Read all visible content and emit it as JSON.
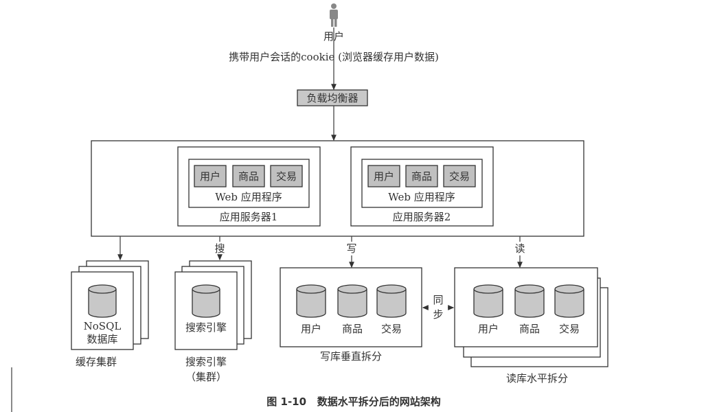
{
  "user": {
    "label": "用户",
    "session_note": "携带用户会话的cookie (浏览器缓存用户数据)"
  },
  "load_balancer": {
    "label": "负载均衡器"
  },
  "app_servers": [
    {
      "label": "应用服务器1",
      "web_app": "Web 应用程序",
      "modules": [
        "用户",
        "商品",
        "交易"
      ]
    },
    {
      "label": "应用服务器2",
      "web_app": "Web 应用程序",
      "modules": [
        "用户",
        "商品",
        "交易"
      ]
    }
  ],
  "edges": {
    "search": "搜",
    "write": "写",
    "read": "读",
    "sync": [
      "同",
      "步"
    ]
  },
  "cache_cluster": {
    "db_label": [
      "NoSQL",
      "数据库"
    ],
    "caption": "缓存集群"
  },
  "search_cluster": {
    "db_label": "搜索引擎",
    "caption": [
      "搜索引擎",
      "（集群）"
    ]
  },
  "write_db": {
    "dbs": [
      "用户",
      "商品",
      "交易"
    ],
    "caption": "写库垂直拆分"
  },
  "read_db": {
    "dbs": [
      "用户",
      "商品",
      "交易"
    ],
    "caption": "读库水平拆分"
  },
  "figure_caption": "图 1-10   数据水平拆分后的网站架构",
  "colors": {
    "line": "#333333",
    "fill_gray": "#c8c8c8",
    "module_fill": "#bdbdbd"
  }
}
